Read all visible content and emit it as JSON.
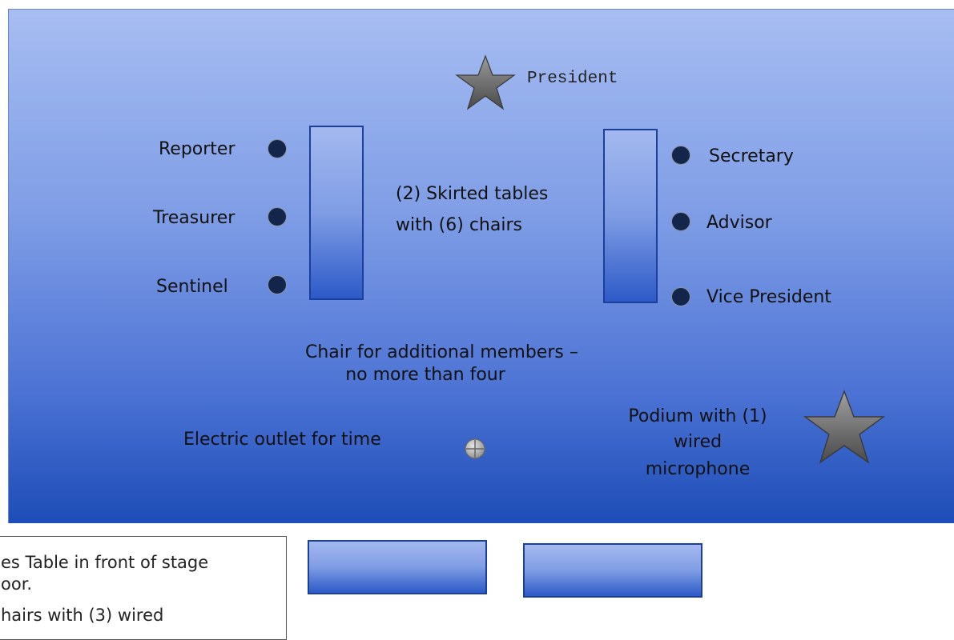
{
  "stage": {
    "president": "President",
    "left_roles": [
      "Reporter",
      "Treasurer",
      "Sentinel"
    ],
    "right_roles": [
      "Secretary",
      "Advisor",
      "Vice President"
    ],
    "tables_note": [
      "(2) Skirted tables",
      "with (6) chairs"
    ],
    "members_note": [
      "Chair for additional members –",
      "no more than four"
    ],
    "outlet_note": "Electric outlet for time",
    "podium_note": [
      "Podium with (1)",
      "wired",
      "microphone"
    ]
  },
  "judges_note": {
    "line1": "es Table in front of stage",
    "line2": "oor.",
    "line3": "hairs with (3) wired"
  },
  "colors": {
    "stage_top": "#a7bdf2",
    "stage_bottom": "#1d4db7",
    "seat": "#13254a",
    "star": "#6b6b6b"
  }
}
